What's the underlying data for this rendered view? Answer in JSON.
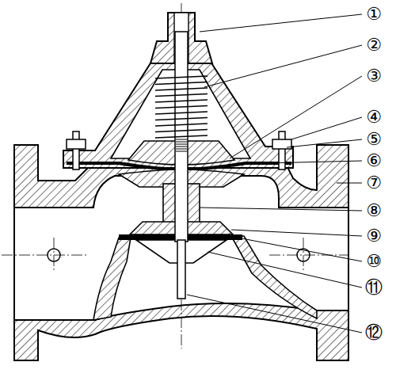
{
  "diagram": {
    "labels": [
      "①",
      "②",
      "③",
      "④",
      "⑤",
      "⑥",
      "⑦",
      "⑧",
      "⑨",
      "⑩",
      "⑪",
      "⑫"
    ]
  }
}
